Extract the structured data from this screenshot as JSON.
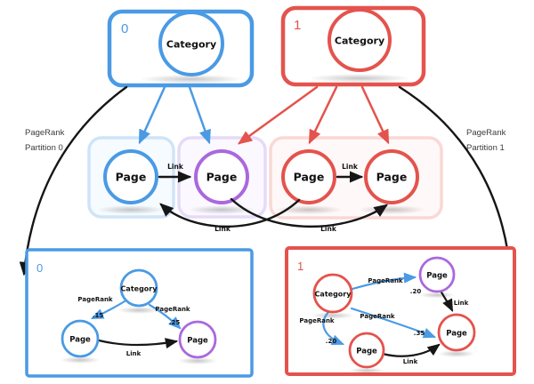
{
  "colors": {
    "blue": "#4a9ae4",
    "red": "#e4534d",
    "purple": "#aa68dd",
    "blue-light": "#cfe4f8",
    "purple-light": "#e5dbf7",
    "red-light": "#f9d8d6",
    "blue-fill": "#f6fbff",
    "purple-fill": "#fbf9ff",
    "red-fill": "#fff8f8",
    "ink": "#161616",
    "side-text": "#3b3b3b"
  },
  "top": {
    "partitions": [
      {
        "id": "0",
        "category": "Category"
      },
      {
        "id": "1",
        "category": "Category"
      }
    ]
  },
  "side_labels": {
    "left": {
      "line1": "PageRank",
      "line2": "Partition 0"
    },
    "right": {
      "line1": "PageRank",
      "line2": "Partition 1"
    }
  },
  "middle": {
    "pages": [
      {
        "label": "Page"
      },
      {
        "label": "Page"
      },
      {
        "label": "Page"
      },
      {
        "label": "Page"
      }
    ],
    "links": [
      {
        "label": "Link"
      },
      {
        "label": "Link"
      },
      {
        "label": "Link"
      },
      {
        "label": "Link"
      }
    ]
  },
  "bottom_left": {
    "id": "0",
    "category": "Category",
    "pages": [
      {
        "label": "Page"
      },
      {
        "label": "Page"
      }
    ],
    "edges": [
      {
        "label": "PageRank",
        "value": ".15"
      },
      {
        "label": "PageRank",
        "value": ".25"
      },
      {
        "label": "Link"
      }
    ]
  },
  "bottom_right": {
    "id": "1",
    "category": "Category",
    "pages": [
      {
        "label": "Page"
      },
      {
        "label": "Page"
      },
      {
        "label": "Page"
      }
    ],
    "edges": [
      {
        "label": "PageRank",
        "value": ".20"
      },
      {
        "label": "PageRank",
        "value": ".20"
      },
      {
        "label": "PageRank",
        "value": ".35"
      },
      {
        "label": "Link"
      },
      {
        "label": "Link"
      }
    ]
  }
}
